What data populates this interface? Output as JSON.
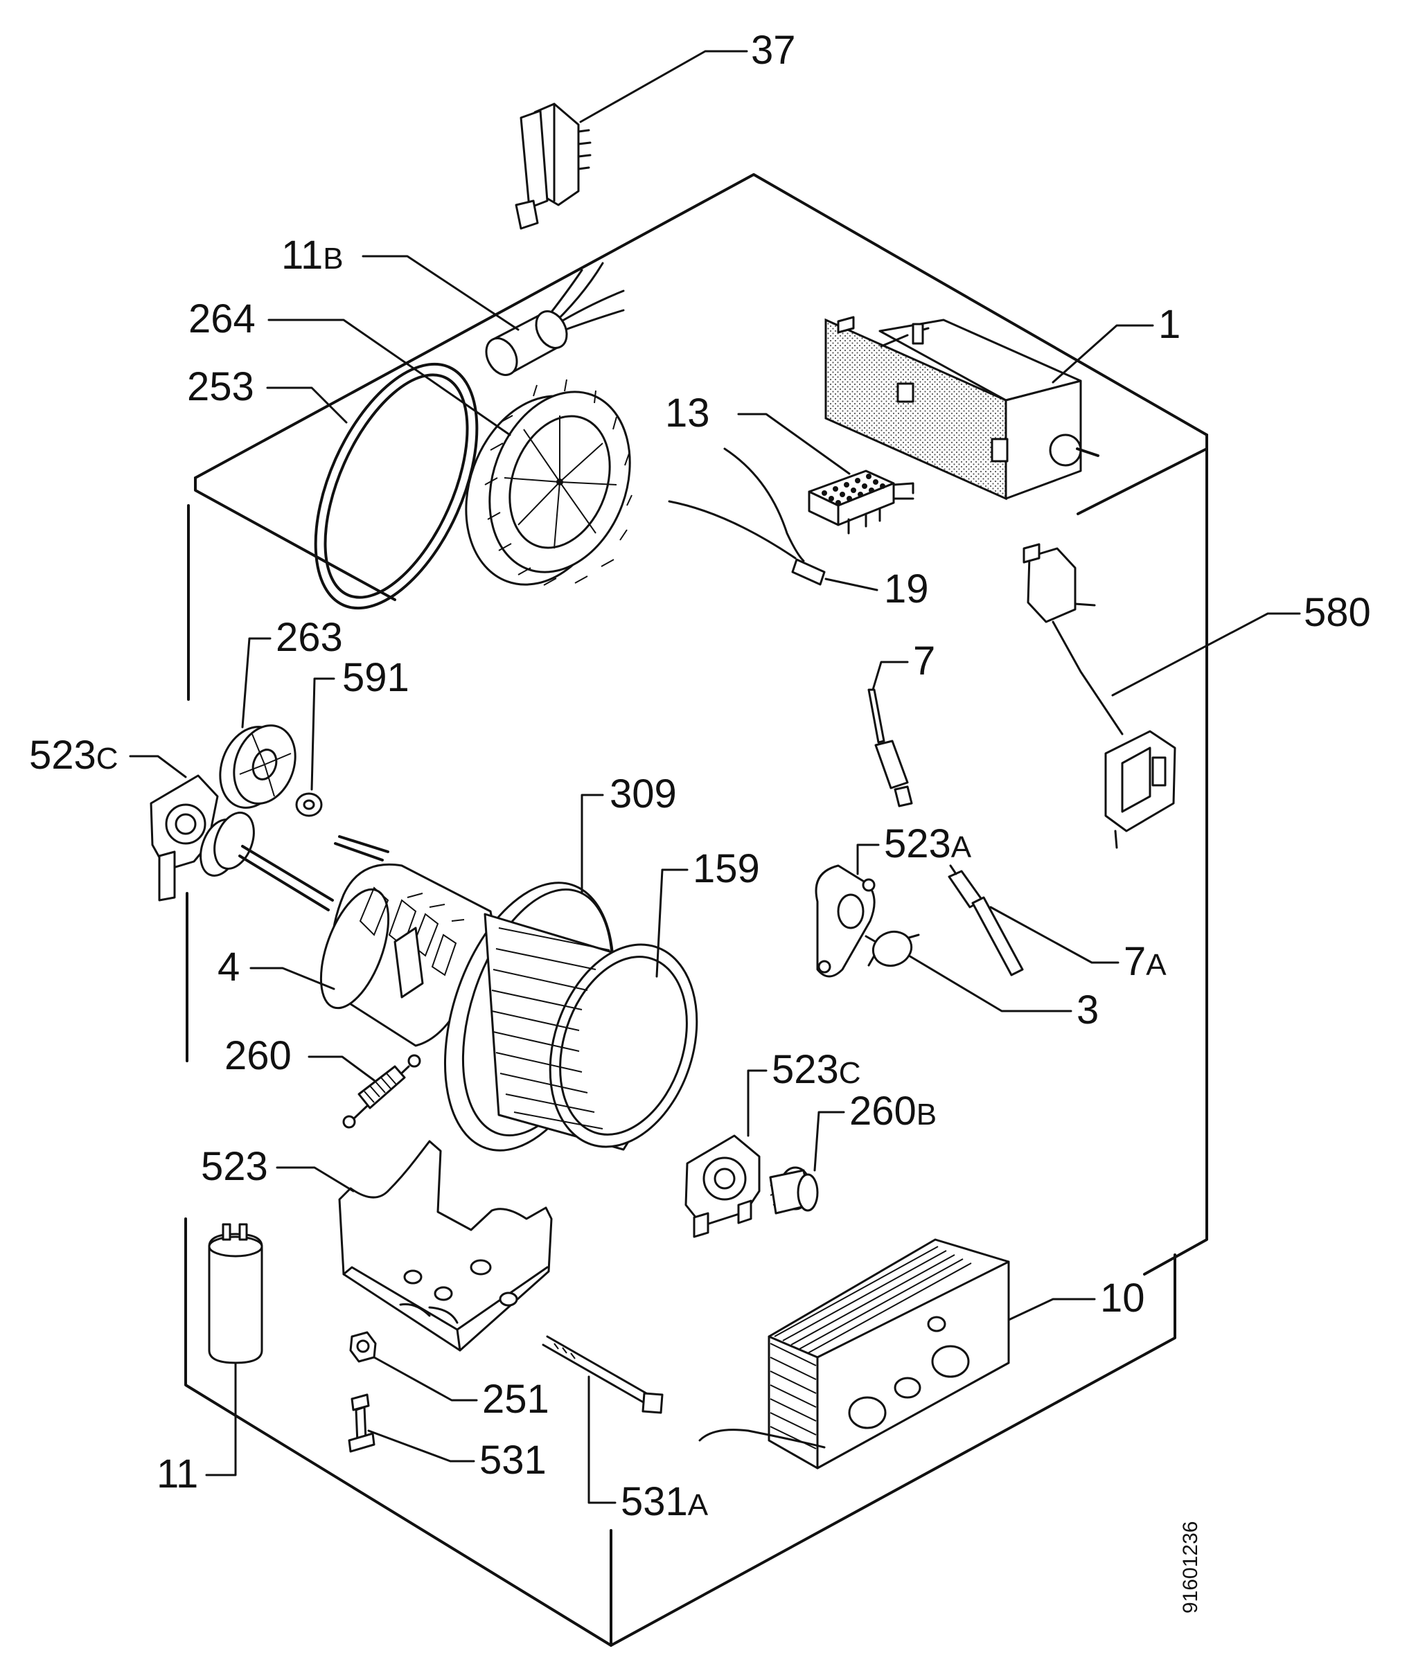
{
  "diagram_id": "91601236",
  "labels": {
    "l37": {
      "num": "37",
      "sfx": ""
    },
    "l11b": {
      "num": "11",
      "sfx": "B"
    },
    "l264": {
      "num": "264",
      "sfx": ""
    },
    "l253": {
      "num": "253",
      "sfx": ""
    },
    "l1": {
      "num": "1",
      "sfx": ""
    },
    "l13": {
      "num": "13",
      "sfx": ""
    },
    "l19": {
      "num": "19",
      "sfx": ""
    },
    "l580": {
      "num": "580",
      "sfx": ""
    },
    "l263": {
      "num": "263",
      "sfx": ""
    },
    "l591": {
      "num": "591",
      "sfx": ""
    },
    "l7": {
      "num": "7",
      "sfx": ""
    },
    "l523c_left": {
      "num": "523",
      "sfx": "C"
    },
    "l309": {
      "num": "309",
      "sfx": ""
    },
    "l523a": {
      "num": "523",
      "sfx": "A"
    },
    "l159": {
      "num": "159",
      "sfx": ""
    },
    "l7a": {
      "num": "7",
      "sfx": "A"
    },
    "l4": {
      "num": "4",
      "sfx": ""
    },
    "l3": {
      "num": "3",
      "sfx": ""
    },
    "l260": {
      "num": "260",
      "sfx": ""
    },
    "l523c_right": {
      "num": "523",
      "sfx": "C"
    },
    "l260b": {
      "num": "260",
      "sfx": "B"
    },
    "l523": {
      "num": "523",
      "sfx": ""
    },
    "l10": {
      "num": "10",
      "sfx": ""
    },
    "l251": {
      "num": "251",
      "sfx": ""
    },
    "l531": {
      "num": "531",
      "sfx": ""
    },
    "l11": {
      "num": "11",
      "sfx": ""
    },
    "l531a": {
      "num": "531",
      "sfx": "A"
    }
  }
}
